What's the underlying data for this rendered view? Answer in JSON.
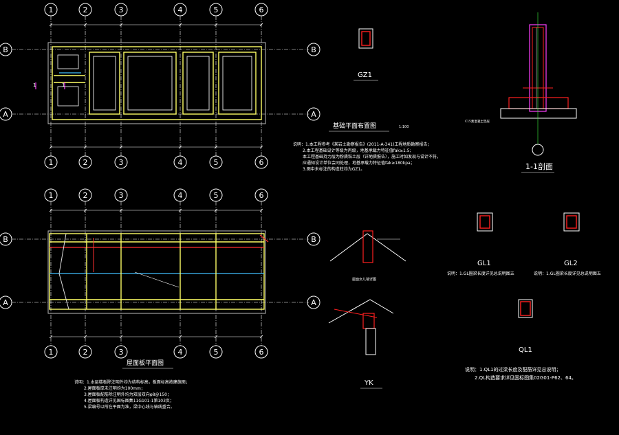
{
  "grid": {
    "columns": [
      "1",
      "2",
      "3",
      "4",
      "5",
      "6"
    ],
    "rows": [
      "A",
      "B"
    ]
  },
  "titles": {
    "foundation_plan": "基础平面布置图",
    "foundation_plan_scale": "1:100",
    "roof_plan": "屋面板平面图",
    "section_1_1": "1-1剖面",
    "gz1": "GZ1",
    "gl1": "GL1",
    "gl2": "GL2",
    "ql1": "QL1",
    "yk": "YK"
  },
  "foundation_notes": [
    "说明：1.本工程参考《某岩土勘察报告》(2011-A-341)工程地质勘察报告；",
    "2.本工程基础设计等级为丙级，地基承载力特征值fak≥1.5;",
    "本工程基础持力层为粉质粘土层（详地质报告），施工时如发现与设计不符，",
    "应通知设计单位会同处理，地基承载力特征值fak≥180kpa；",
    "3.图中未标注的构造柱均为GZ1。"
  ],
  "roof_notes": [
    "说明：1.本层楼板除注明外均为结构标高，板面标高按建施图；",
    "2.屋面板厚未注明均为100mm；",
    "3.屋面板配筋除注明外均为双层双向φ8@150；",
    "4.屋面板构造详见国标图集11G101-1第103页；",
    "5.梁编号以所在平面为准，梁中心线与轴线重合。"
  ],
  "gl_note": "说明：1.GL圈梁长度详见总说明图五",
  "gl2_note": "说明：1.GL圈梁长度详见总说明图五",
  "ql_notes": [
    "说明：1.QL1的过梁长度及配筋详见总说明；",
    "2.QL构造要求详见国标图集02G01-P62、64。"
  ],
  "labels": {
    "eave_detail": "屋面女儿墙详图",
    "section_marker_1": "1",
    "cushion": "C15素混凝土垫层"
  },
  "colors": {
    "background": "#000000",
    "axis_line": "#ffffff",
    "wall_outline": "#ffff66",
    "rebar_red": "#ff2020",
    "magenta": "#ff40ff",
    "cyan_dim": "#40c0ff",
    "green": "#40ff40",
    "text": "#ffffff"
  }
}
